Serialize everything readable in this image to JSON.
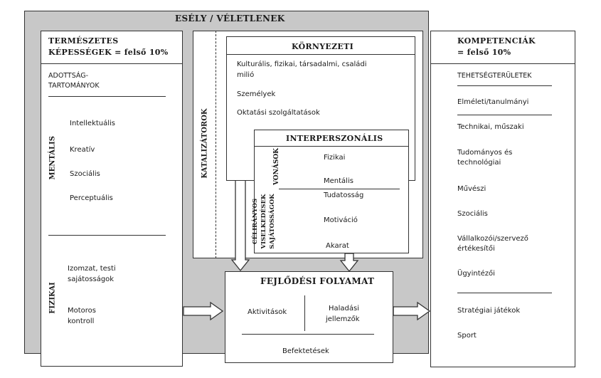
{
  "chance_title": "ESÉLY / VÉLETLENEK",
  "gifts": {
    "title_line1": "TERMÉSZETES",
    "title_line2": "KÉPESSÉGEK = felső 10%",
    "domains_line1": "ADOTTSÁG-",
    "domains_line2": "TARTOMÁNYOK",
    "mental_label": "MENTÁLIS",
    "mental_items": [
      "Intellektuális",
      "Kreatív",
      "Szociális",
      "Perceptuális"
    ],
    "physical_label": "FIZIKAI",
    "physical_items": [
      [
        "Izomzat, testi",
        "sajátosságok"
      ],
      [
        "Motoros",
        "kontroll"
      ]
    ]
  },
  "catalysts": {
    "label": "KATALIZÁTOROK",
    "environmental": {
      "title": "KÖRNYEZETI",
      "items": [
        [
          "Kulturális, fizikai, társadalmi, családi",
          "milió"
        ],
        [
          "Személyek"
        ],
        [
          "Oktatási szolgáltatások"
        ]
      ]
    },
    "intrapersonal": {
      "title": "INTERPERSZONÁLIS",
      "traits_label": "VONÁSOK",
      "traits": [
        "Fizikai",
        "Mentális"
      ],
      "goal_label_lines": [
        "CÉLIRÁNYOS",
        "VISELKEDÉSEK",
        "SAJÁTOSSÁGOK"
      ],
      "goal_items": [
        "Tudatosság",
        "Motiváció",
        "Akarat"
      ]
    }
  },
  "development": {
    "title": "FEJLŐDÉSI FOLYAMAT",
    "activities": "Aktivitások",
    "progress_line1": "Haladási",
    "progress_line2": "jellemzők",
    "investments": "Befektetések"
  },
  "talents": {
    "title_line1": "KOMPETENCIÁK",
    "title_line2": "= felső 10%",
    "fields_title": "TEHETSÉGTERÜLETEK",
    "items": [
      [
        "Elméleti/tanulmányi"
      ],
      [
        "Technikai, műszaki"
      ],
      [
        "Tudományos és",
        "technológiai"
      ],
      [
        "Művészi"
      ],
      [
        "Szociális"
      ],
      [
        "Vállalkozói/szervező",
        "értékesítői"
      ],
      [
        "Ügyintézői"
      ],
      [
        "Stratégiai játékok"
      ],
      [
        "Sport"
      ]
    ]
  },
  "colors": {
    "background_gray": "#c8c8c8",
    "line": "#333333"
  }
}
